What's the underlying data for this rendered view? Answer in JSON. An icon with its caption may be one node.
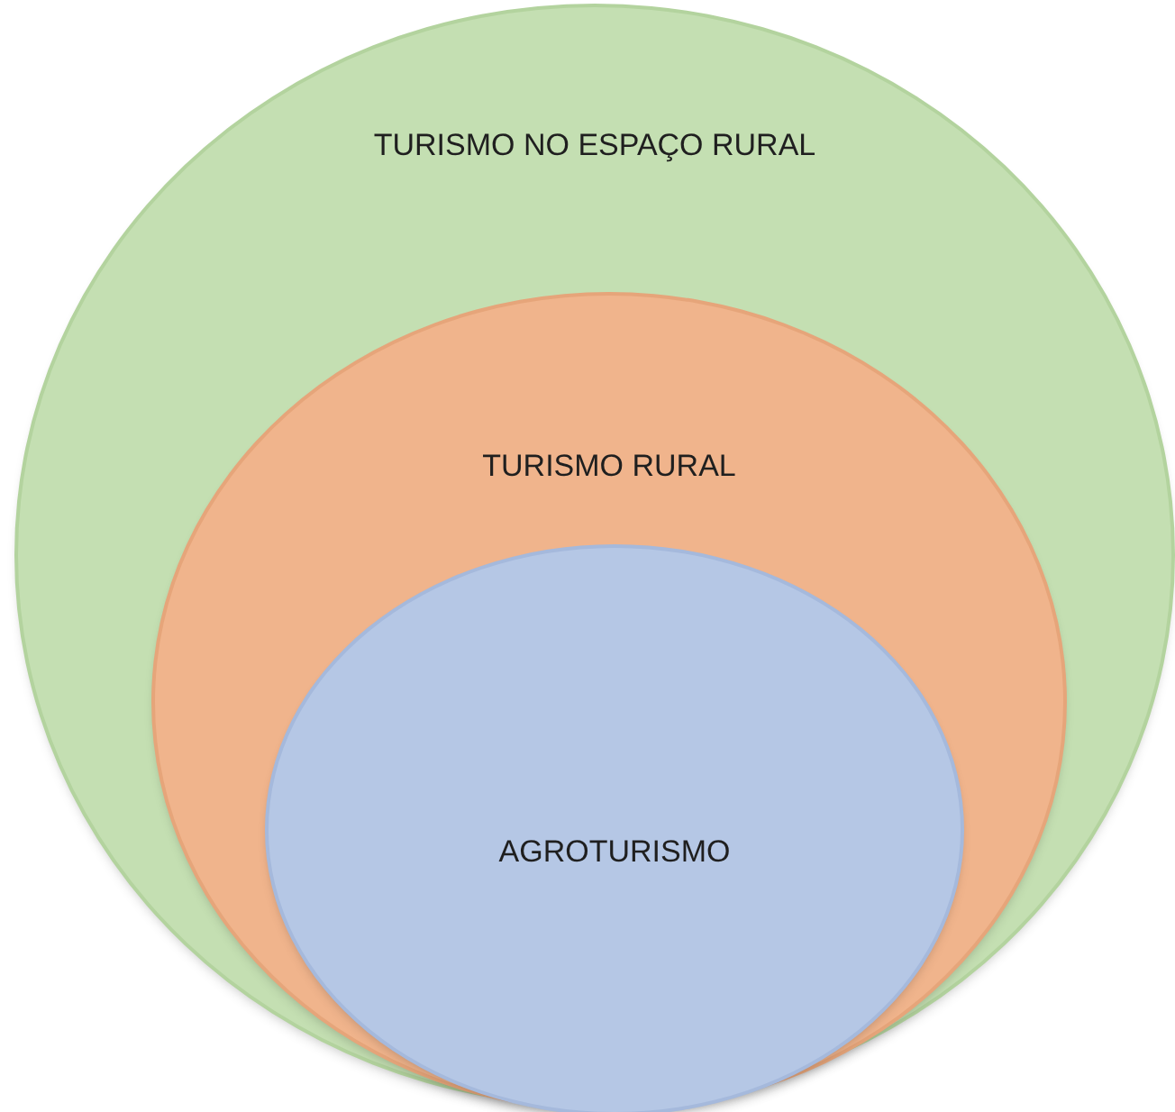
{
  "diagram": {
    "nodes": [
      {
        "text": [
          "TURISMO NO ESPAÇO RURAL"
        ]
      },
      {
        "text": [
          "TURISMO RURAL"
        ],
        "in": 0
      },
      {
        "text": [
          "AGROTURISMO"
        ],
        "in": 1
      }
    ]
  }
}
